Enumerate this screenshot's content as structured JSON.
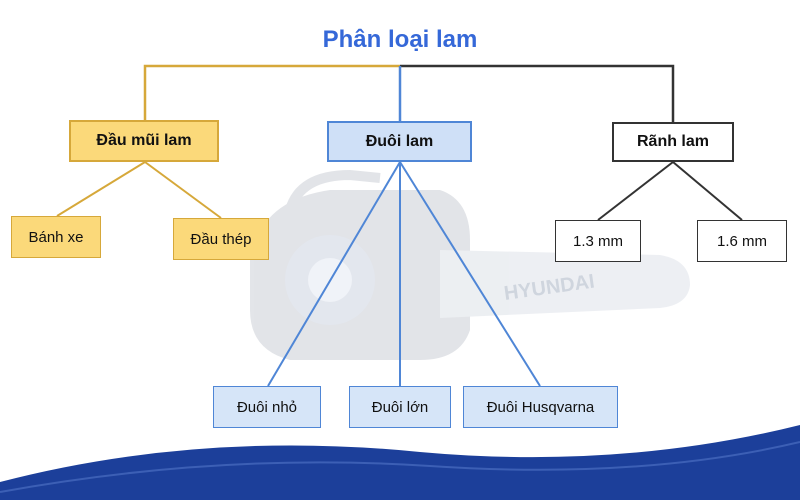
{
  "title": "Phân loại lam",
  "watermark_brand": "HYUNDAI",
  "colors": {
    "title": "#3568d8",
    "yellow_branch": "#d6a83a",
    "blue_branch": "#4f86d6",
    "black_branch": "#333333",
    "wave": "#1c3f9a"
  },
  "branches": {
    "left": {
      "label": "Đầu mũi lam",
      "children": [
        "Bánh xe",
        "Đầu thép"
      ]
    },
    "center": {
      "label": "Đuôi lam",
      "children": [
        "Đuôi nhỏ",
        "Đuôi lớn",
        "Đuôi Husqvarna"
      ]
    },
    "right": {
      "label": "Rãnh lam",
      "children": [
        "1.3 mm",
        "1.6 mm"
      ]
    }
  }
}
